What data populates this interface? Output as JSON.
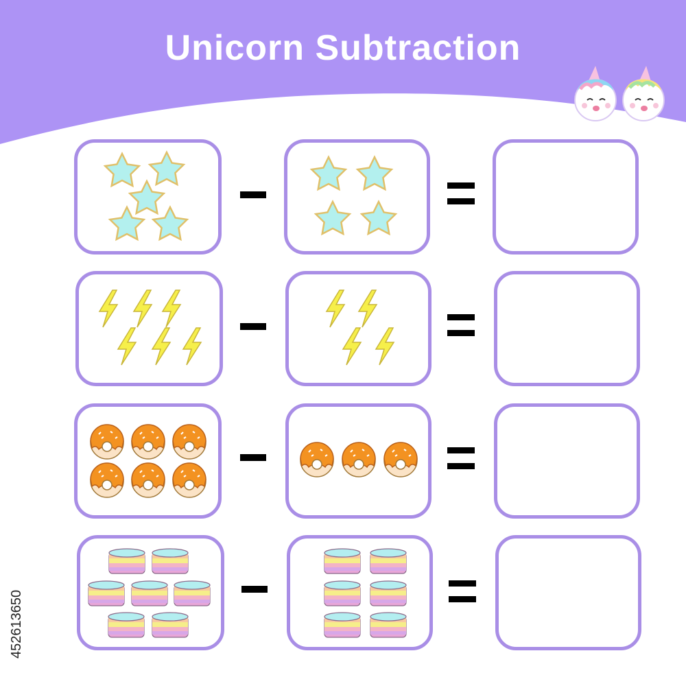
{
  "title": "Unicorn Subtraction",
  "colors": {
    "header": "#ad93f5",
    "box_border": "#a98ee6",
    "star_fill": "#b3f0ee",
    "star_stroke": "#e0c069",
    "bolt_fill": "#f6ef4a",
    "donut_glaze": "#f39221",
    "macaron_top": "#b3eef0"
  },
  "rows": [
    {
      "item": "star-icon",
      "minuend_count": 5,
      "subtrahend_count": 4,
      "operator": "−",
      "equals": "="
    },
    {
      "item": "lightning-bolt-icon",
      "minuend_count": 6,
      "subtrahend_count": 4,
      "operator": "−",
      "equals": "="
    },
    {
      "item": "donut-icon",
      "minuend_count": 6,
      "subtrahend_count": 3,
      "operator": "−",
      "equals": "="
    },
    {
      "item": "macaron-icon",
      "minuend_count": 7,
      "subtrahend_count": 6,
      "operator": "−",
      "equals": "="
    }
  ],
  "watermark_id": "452613650"
}
